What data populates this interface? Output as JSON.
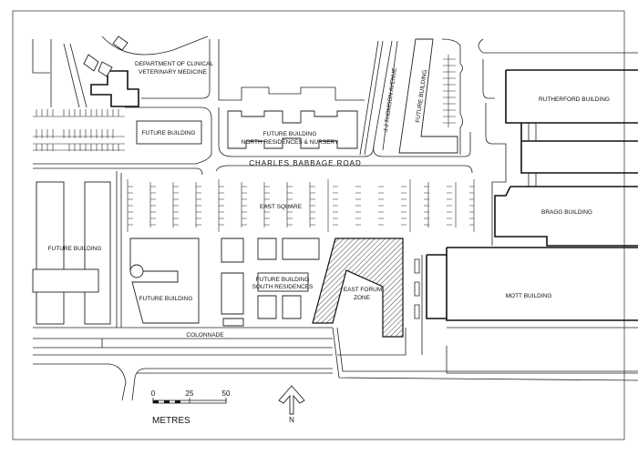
{
  "labels": {
    "vet_line1": "DEPARTMENT OF CLINICAL",
    "vet_line2": "VETERINARY MEDICINE",
    "future_building_nw": "FUTURE BUILDING",
    "north_res_line1": "FUTURE BUILDING",
    "north_res_line2": "NORTH RESIDENCES & NURSERY",
    "jj_thomson": "J J THOMSON AVENUE",
    "future_building_ne": "FUTURE BUILDING",
    "rutherford": "RUTHERFORD BUILDING",
    "charles_babbage": "CHARLES BABBAGE ROAD",
    "east_square": "EAST SQUARE",
    "bragg": "BRAGG BUILDING",
    "future_building_w": "FUTURE BUILDING",
    "future_building_sw": "FUTURE BUILDING",
    "south_res_line1": "FUTURE BUILDING",
    "south_res_line2": "SOUTH RESIDENCES",
    "east_forum_line1": "EAST FORUM",
    "east_forum_line2": "ZONE",
    "mott": "MOTT BUILDING",
    "colonnade": "COLONNADE"
  },
  "scale_bar": {
    "ticks": [
      "0",
      "25",
      "50"
    ],
    "unit": "METRES"
  },
  "north_arrow": {
    "label": "N"
  },
  "colors": {
    "ink": "#111111",
    "paper": "#ffffff"
  }
}
